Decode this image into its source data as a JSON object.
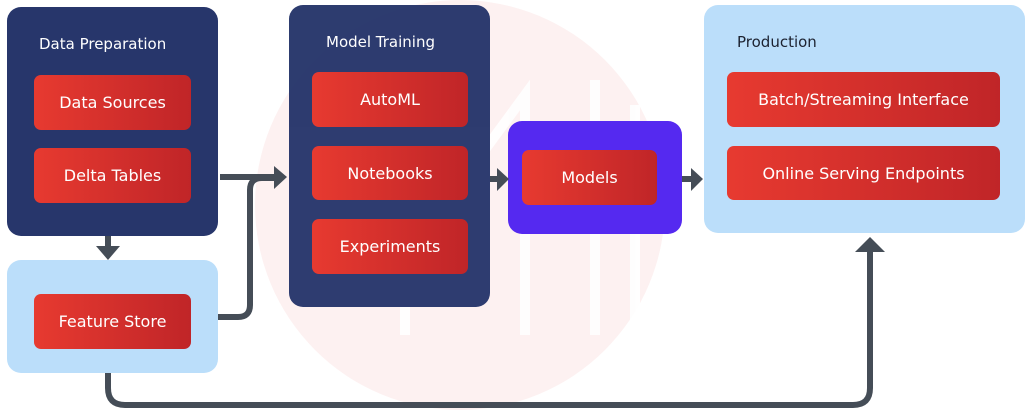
{
  "colors": {
    "dark_panel": "#27366b",
    "light_panel": "#bbdefa",
    "models_panel": "#5529f0",
    "button": "#d8302c",
    "arrow": "#454d57",
    "watermark": "#fdf1f1"
  },
  "data_preparation": {
    "title": "Data Preparation",
    "items": [
      "Data Sources",
      "Delta Tables"
    ]
  },
  "feature_store": {
    "items": [
      "Feature Store"
    ]
  },
  "model_training": {
    "title": "Model Training",
    "items": [
      "AutoML",
      "Notebooks",
      "Experiments"
    ]
  },
  "models": {
    "items": [
      "Models"
    ]
  },
  "production": {
    "title": "Production",
    "items": [
      "Batch/Streaming Interface",
      "Online Serving Endpoints"
    ]
  }
}
